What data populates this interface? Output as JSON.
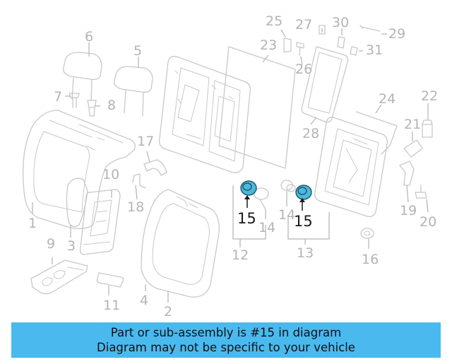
{
  "callouts": {
    "c1": "1",
    "c2": "2",
    "c3": "3",
    "c4": "4",
    "c5": "5",
    "c6": "6",
    "c7": "7",
    "c8": "8",
    "c9": "9",
    "c10": "10",
    "c11": "11",
    "c12": "12",
    "c13": "13",
    "c14a": "14",
    "c14b": "14",
    "c15a": "15",
    "c15b": "15",
    "c16": "16",
    "c17": "17",
    "c18": "18",
    "c19": "19",
    "c20": "20",
    "c21": "21",
    "c22": "22",
    "c23": "23",
    "c24": "24",
    "c25": "25",
    "c26": "26",
    "c27": "27",
    "c28": "28",
    "c29": "29",
    "c30": "30",
    "c31": "31"
  },
  "highlight_part": "15",
  "colors": {
    "banner": "#4ab9ee",
    "highlight": "#4fb8d8",
    "linework": "#c8c8c8"
  },
  "banner": {
    "line1": "Part or sub-assembly is #15 in diagram",
    "line2": "Diagram may not be specific to your vehicle"
  }
}
